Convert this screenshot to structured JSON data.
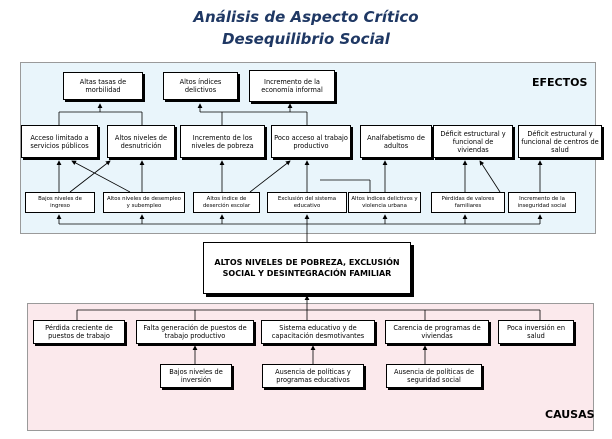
{
  "title": {
    "line1": "Análisis de Aspecto Crítico",
    "line2": "Desequilibrio Social"
  },
  "panels": {
    "effects_label": "EFECTOS",
    "causes_label": "CAUSAS"
  },
  "effects": {
    "top_row": [
      "Altas tasas de morbilidad",
      "Altos índices delictivos",
      "Incremento de la economía informal"
    ],
    "middle_row": [
      "Acceso limitado a servicios públicos",
      "Altos niveles de desnutrición",
      "Incremento de los niveles de pobreza",
      "Poco acceso al trabajo productivo",
      "Analfabetismo de adultos",
      "Déficit estructural y funcional de viviendas",
      "Déficit estructural y funcional de centros de salud"
    ],
    "bottom_row": [
      "Bajos niveles de ingreso",
      "Altos niveles de desempleo y subempleo",
      "Altos índice de deserción escolar",
      "Exclusión del sistema educativo",
      "Altos índices delictivos y violencia urbana",
      "Pérdidas de valores familiares",
      "Incremento de la inseguridad social"
    ]
  },
  "core_problem": "ALTOS NIVELES DE POBREZA, EXCLUSIÓN SOCIAL Y DESINTEGRACIÓN FAMILIAR",
  "causes": {
    "top_row": [
      "Pérdida creciente de puestos de trabajo",
      "Falta generación de puestos de trabajo productivo",
      "Sistema educativo y de capacitación desmotivantes",
      "Carencia de programas de viviendas",
      "Poca inversión en salud"
    ],
    "bottom_row": [
      "Bajos niveles de inversión",
      "Ausencia de políticas y programas educativos",
      "Ausencia de políticas de seguridad social"
    ]
  }
}
